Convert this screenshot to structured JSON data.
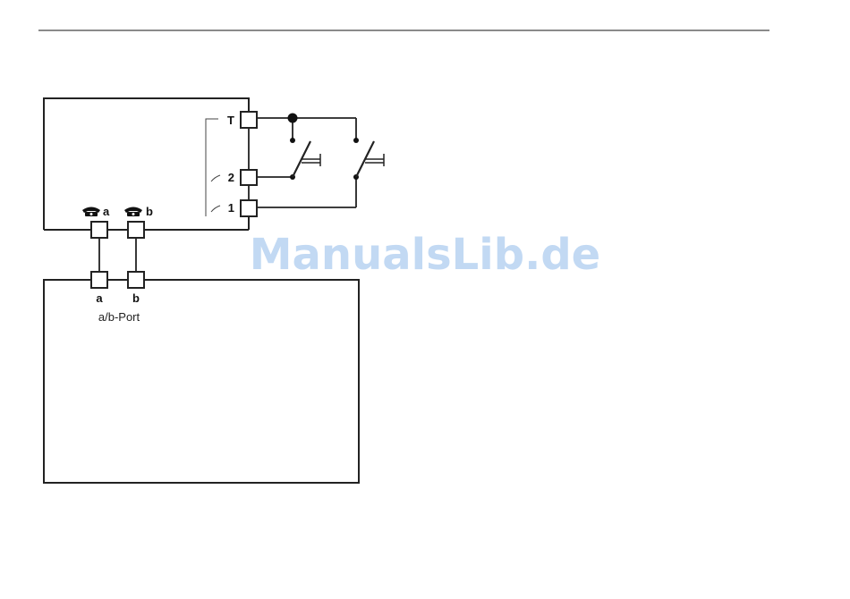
{
  "diagram": {
    "terminals": {
      "t": "T",
      "two": "2",
      "one": "1"
    },
    "phone_ports": {
      "a": "a",
      "b": "b"
    },
    "device_ports": {
      "a": "a",
      "b": "b"
    },
    "port_caption": "a/b-Port",
    "icons": [
      "telephone-icon",
      "telephone-icon",
      "switch-icon",
      "switch-icon"
    ]
  },
  "watermark": "ManualsLib.de",
  "colors": {
    "line": "#222222",
    "watermark": "#aecdf0"
  }
}
